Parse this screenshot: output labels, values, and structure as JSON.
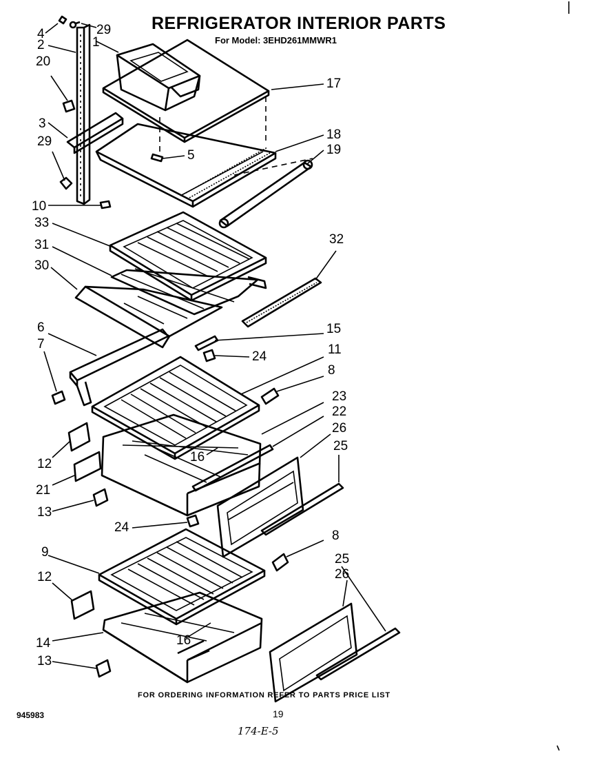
{
  "header": {
    "title": "REFRIGERATOR INTERIOR PARTS",
    "model_line": "For Model: 3EHD261MMWR1"
  },
  "callouts": {
    "c4": "4",
    "c29a": "29",
    "c2": "2",
    "c1": "1",
    "c20": "20",
    "c17": "17",
    "c3": "3",
    "c18": "18",
    "c29b": "29",
    "c19": "19",
    "c5": "5",
    "c10": "10",
    "c33": "33",
    "c31": "31",
    "c32": "32",
    "c30": "30",
    "c6": "6",
    "c15": "15",
    "c7": "7",
    "c24a": "24",
    "c11": "11",
    "c8a": "8",
    "c23": "23",
    "c22": "22",
    "c26a": "26",
    "c12a": "12",
    "c16a": "16",
    "c25a": "25",
    "c21": "21",
    "c13a": "13",
    "c24b": "24",
    "c8b": "8",
    "c9": "9",
    "c25b": "25",
    "c26b": "26",
    "c12b": "12",
    "c14": "14",
    "c16b": "16",
    "c13b": "13"
  },
  "footer": {
    "ordering_note": "FOR ORDERING INFORMATION REFER TO PARTS PRICE LIST",
    "doc_number": "945983",
    "page_number": "19",
    "handwritten_code": "174-E-5"
  }
}
